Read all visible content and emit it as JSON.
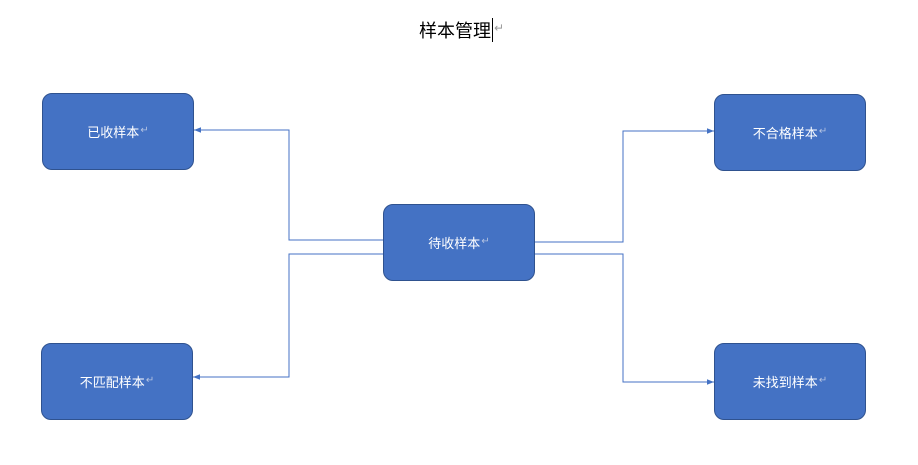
{
  "title": "样本管理",
  "paragraph_mark": "↵",
  "nodes": {
    "center": "待收样本",
    "received": "已收样本",
    "unqualified": "不合格样本",
    "mismatched": "不匹配样本",
    "not_found": "未找到样本"
  },
  "colors": {
    "box_fill": "#4472C4",
    "box_border": "#2F528F",
    "connector": "#4472C4",
    "box_text": "#FFFFFF"
  }
}
